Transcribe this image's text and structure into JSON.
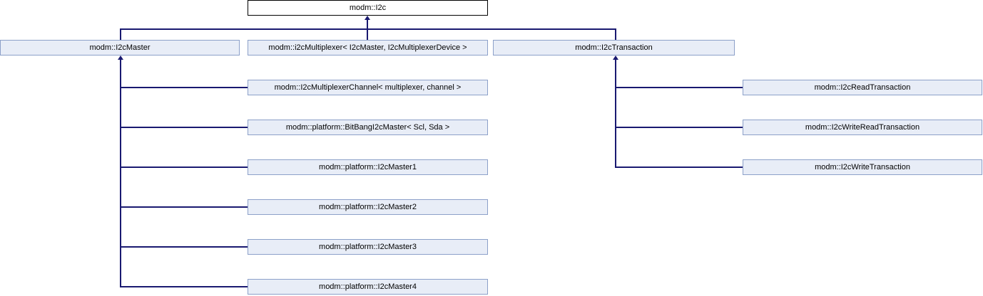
{
  "nodes": {
    "i2c": {
      "label": "modm::I2c"
    },
    "i2c_master": {
      "label": "modm::I2cMaster"
    },
    "i2c_multiplexer": {
      "label": "modm::i2cMultiplexer< I2cMaster, I2cMultiplexerDevice >"
    },
    "i2c_transaction": {
      "label": "modm::I2cTransaction"
    },
    "i2c_multiplexer_channel": {
      "label": "modm::I2cMultiplexerChannel< multiplexer, channel >"
    },
    "bitbang_i2c_master": {
      "label": "modm::platform::BitBangI2cMaster< Scl, Sda >"
    },
    "i2c_master1": {
      "label": "modm::platform::I2cMaster1"
    },
    "i2c_master2": {
      "label": "modm::platform::I2cMaster2"
    },
    "i2c_master3": {
      "label": "modm::platform::I2cMaster3"
    },
    "i2c_master4": {
      "label": "modm::platform::I2cMaster4"
    },
    "i2c_read_transaction": {
      "label": "modm::I2cReadTransaction"
    },
    "i2c_write_read_transaction": {
      "label": "modm::I2cWriteReadTransaction"
    },
    "i2c_write_transaction": {
      "label": "modm::I2cWriteTransaction"
    }
  },
  "edges": [
    {
      "from": "i2c_master",
      "to": "i2c"
    },
    {
      "from": "i2c_multiplexer",
      "to": "i2c"
    },
    {
      "from": "i2c_transaction",
      "to": "i2c"
    },
    {
      "from": "i2c_multiplexer_channel",
      "to": "i2c_master"
    },
    {
      "from": "bitbang_i2c_master",
      "to": "i2c_master"
    },
    {
      "from": "i2c_master1",
      "to": "i2c_master"
    },
    {
      "from": "i2c_master2",
      "to": "i2c_master"
    },
    {
      "from": "i2c_master3",
      "to": "i2c_master"
    },
    {
      "from": "i2c_master4",
      "to": "i2c_master"
    },
    {
      "from": "i2c_read_transaction",
      "to": "i2c_transaction"
    },
    {
      "from": "i2c_write_read_transaction",
      "to": "i2c_transaction"
    },
    {
      "from": "i2c_write_transaction",
      "to": "i2c_transaction"
    }
  ],
  "colors": {
    "node_fill": "#E8EDF7",
    "node_border": "#8CA0C9",
    "root_fill": "#FFFFFF",
    "root_border": "#000000",
    "edge": "#191970",
    "text": "#000000"
  }
}
